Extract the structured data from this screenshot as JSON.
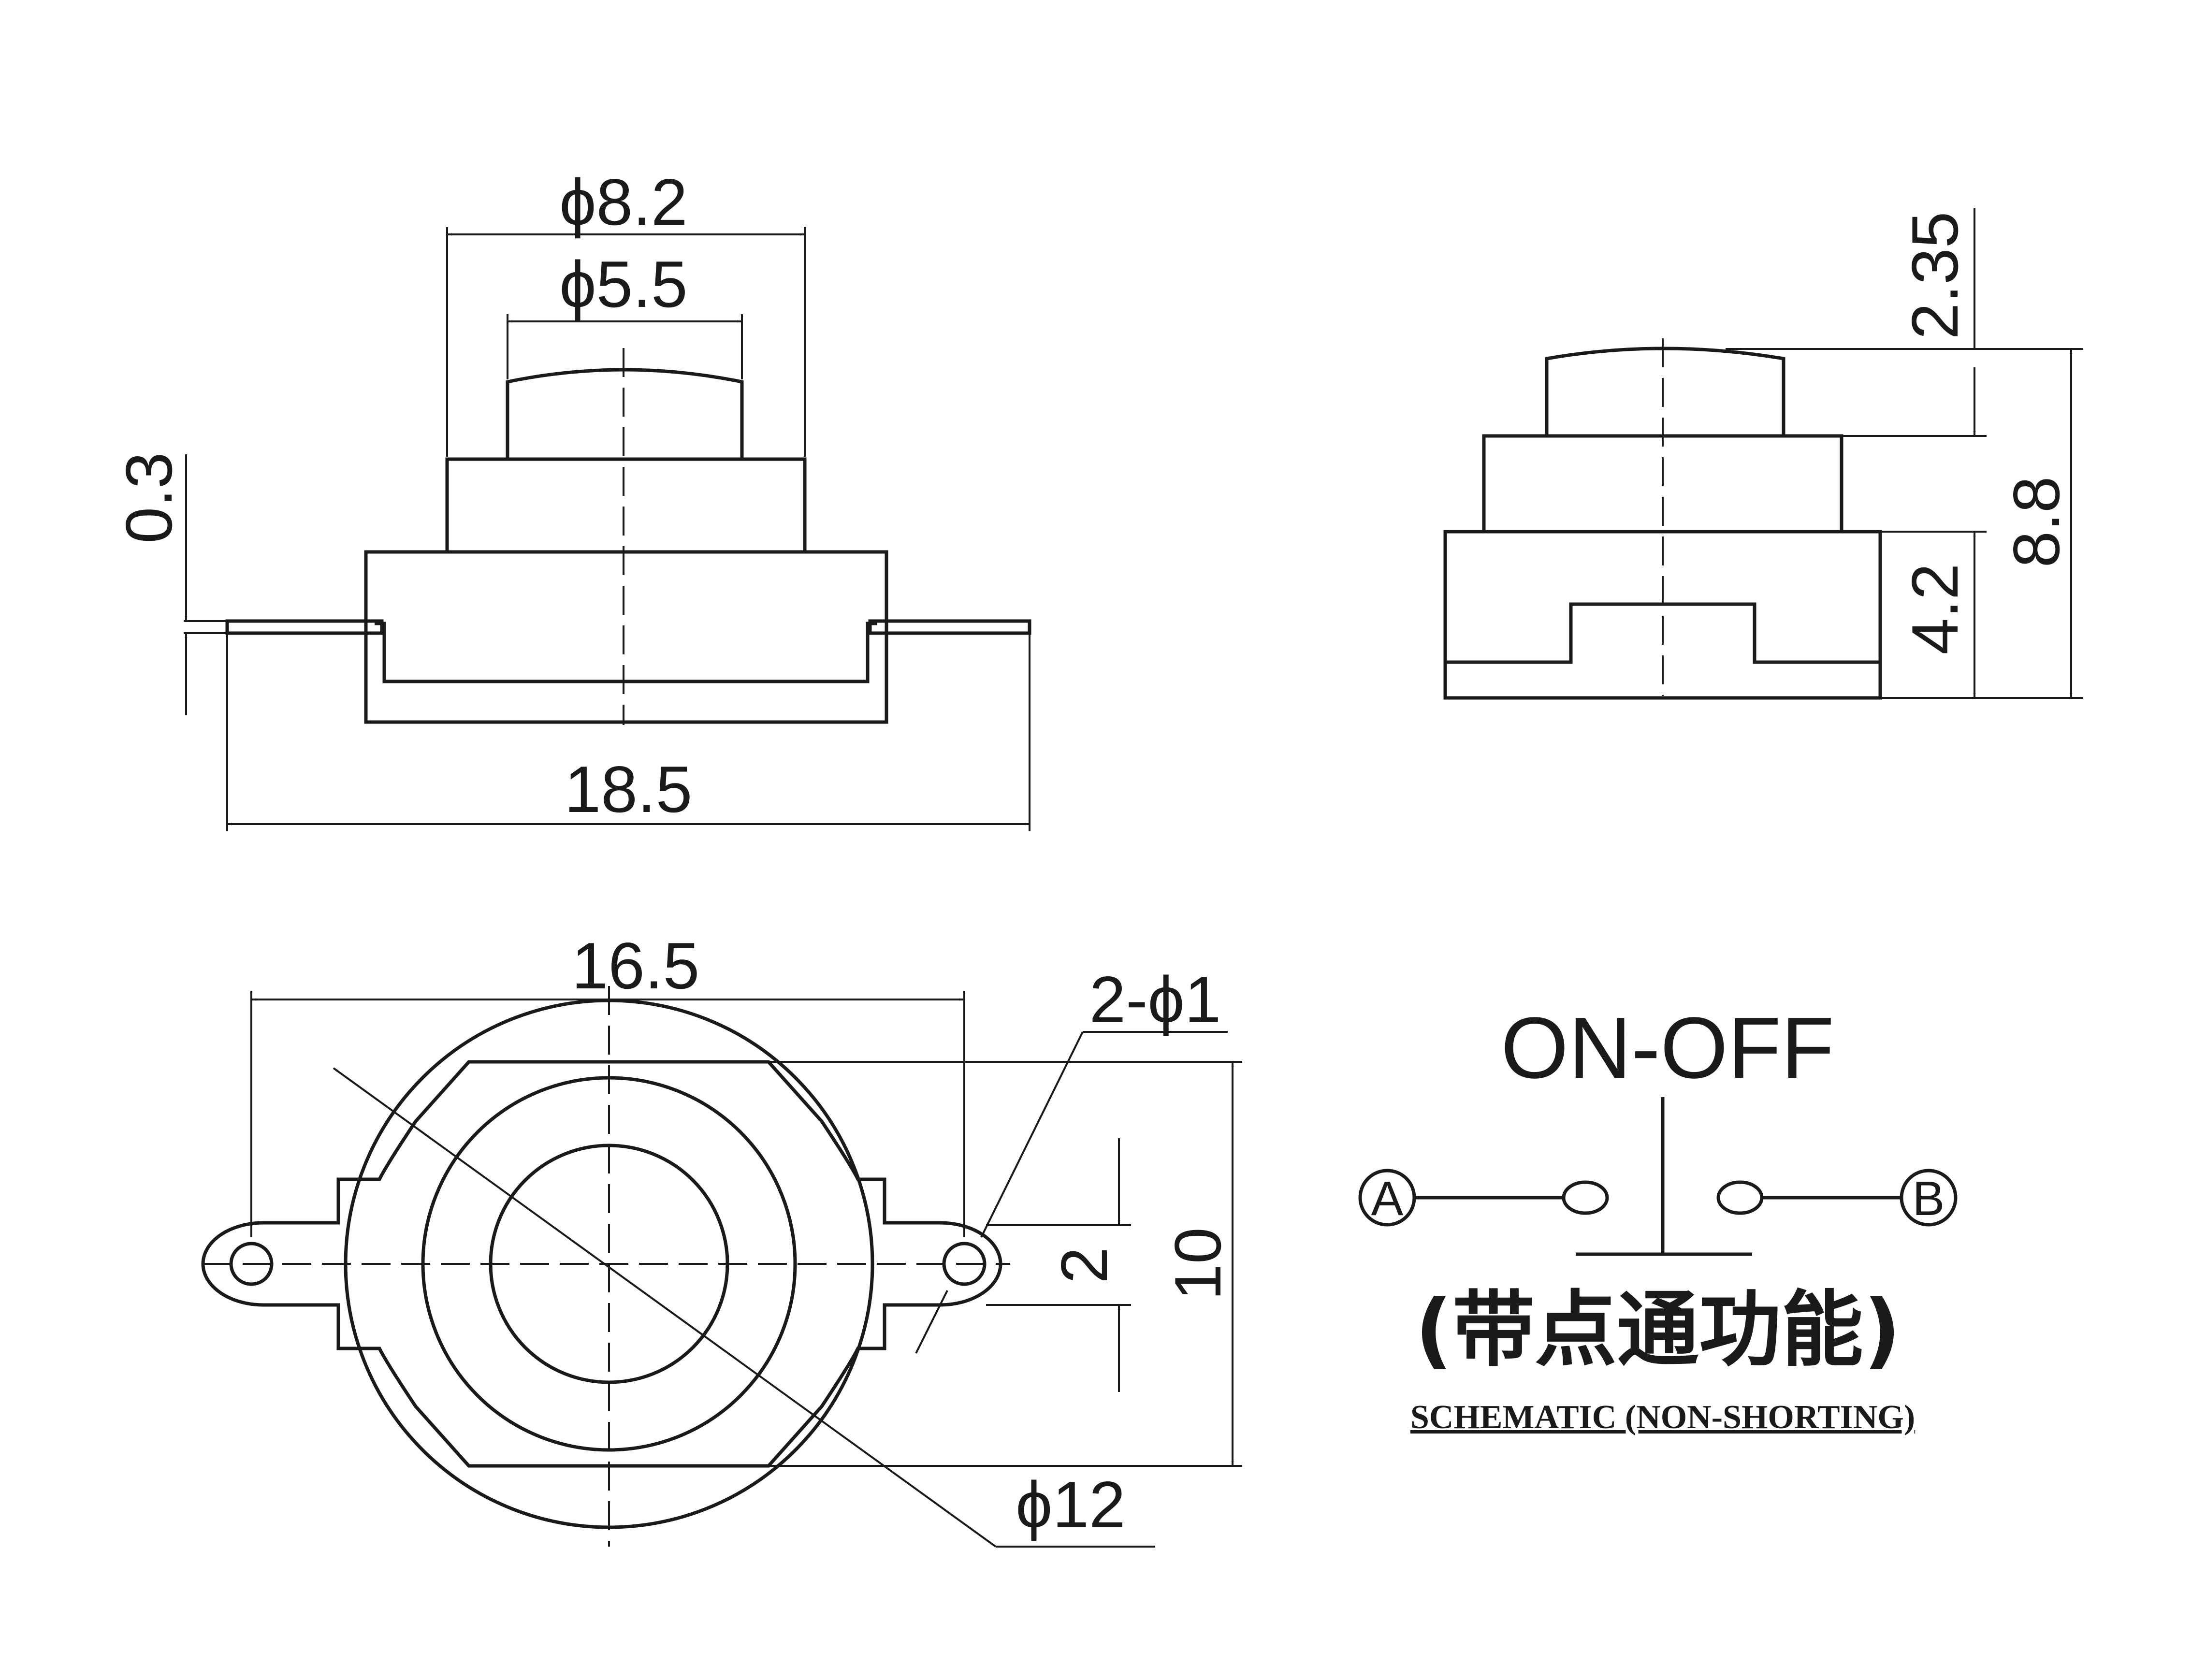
{
  "front_view": {
    "dim_outer_diameter": "ϕ8.2",
    "dim_button_diameter": "ϕ5.5",
    "dim_lead_thickness": "0.3",
    "dim_total_width": "18.5"
  },
  "side_view": {
    "dim_button_height": "2.35",
    "dim_total_height": "8.8",
    "dim_base_height": "4.2"
  },
  "top_view": {
    "dim_hole_spacing": "16.5",
    "dim_holes": "2-ϕ1",
    "dim_hole_offset": "2",
    "dim_body_height": "10",
    "dim_body_diameter": "ϕ12"
  },
  "schematic": {
    "title": "ON-OFF",
    "terminal_a": "A",
    "terminal_b": "B",
    "note_cn": "(带点通功能)",
    "caption": "SCHEMATIC (NON-SHORTING)"
  }
}
